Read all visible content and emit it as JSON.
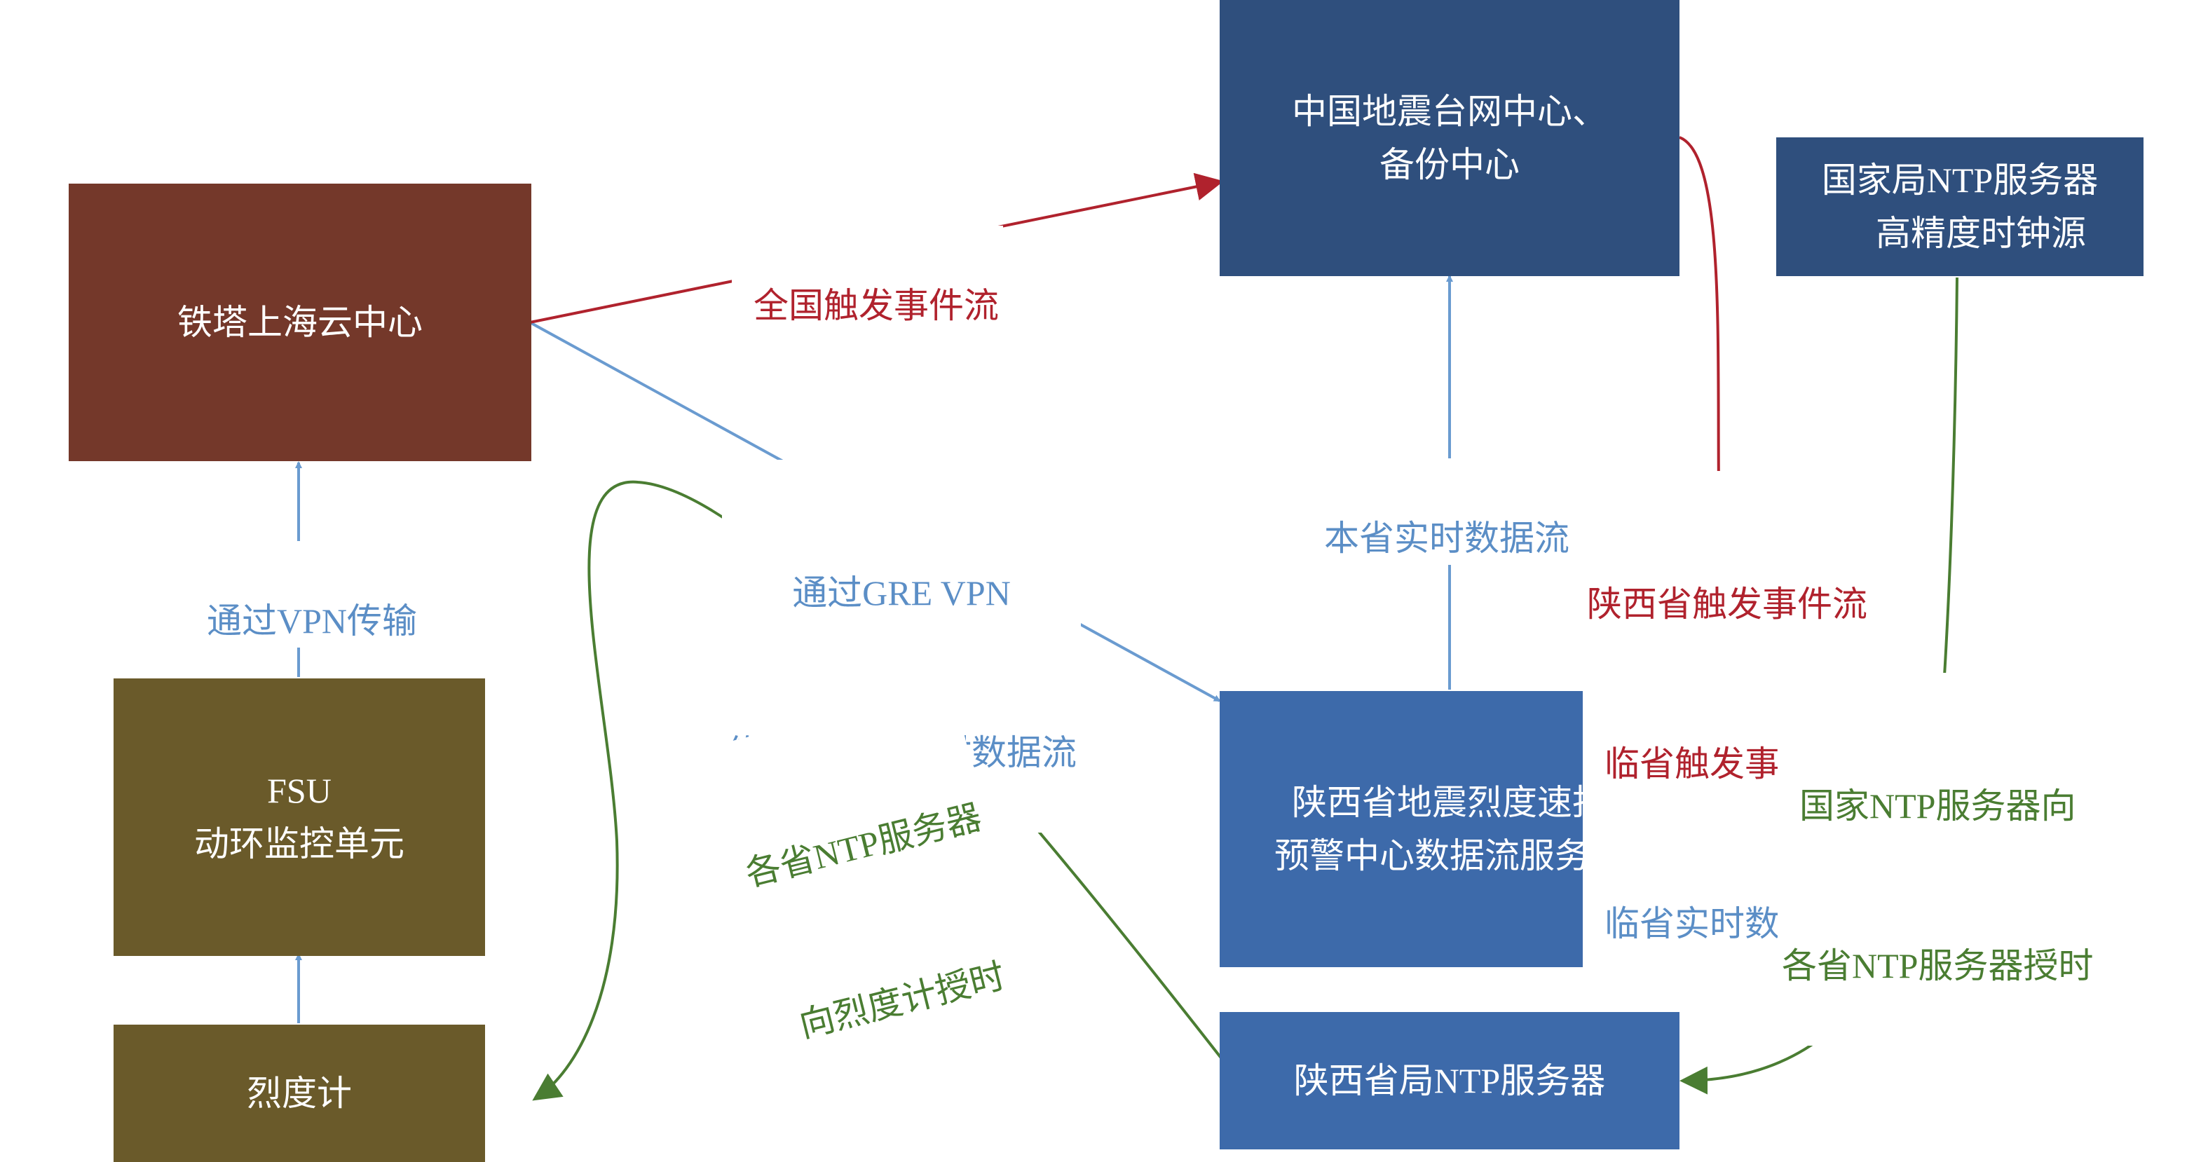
{
  "colors": {
    "brown_box": "#74382a",
    "olive_box": "#6a5a2a",
    "navy_box": "#2f4f7d",
    "blue_box": "#3d6aaa",
    "blue_line": "#6a9bd0",
    "red_line": "#b0222d",
    "green_line": "#4a7d32"
  },
  "nodes": {
    "tower_cloud": {
      "line1": "铁塔上海云中心"
    },
    "fsu": {
      "line1": "FSU",
      "line2": "动环监控单元"
    },
    "intensity_meter": {
      "line1": "烈度计"
    },
    "cenc": {
      "line1": "中国地震台网中心、",
      "line2": "备份中心"
    },
    "national_ntp": {
      "line1": "国家局NTP服务器",
      "line2": "高精度时钟源"
    },
    "shaanxi_server": {
      "line1": "陕西省地震烈度速报",
      "line2": "预警中心数据流服务器"
    },
    "shaanxi_ntp": {
      "line1": "陕西省局NTP服务器"
    }
  },
  "edges": {
    "national_trigger": {
      "label": "全国触发事件流"
    },
    "gre_vpn": {
      "line1": "通过GRE VPN",
      "line2": "传输陕西省实时数据流"
    },
    "vpn_transmit": {
      "label": "通过VPN传输"
    },
    "province_realtime": {
      "label": "本省实时数据流"
    },
    "shaanxi_flows": {
      "line1": "陕西省触发事件流",
      "line2": "临省触发事件流",
      "line3": "临省实时数据流"
    },
    "national_ntp_timing": {
      "line1": "国家NTP服务器向",
      "line2": "各省NTP服务器授时"
    },
    "province_ntp_timing": {
      "line1": "各省NTP服务器",
      "line2": "向烈度计授时"
    }
  }
}
